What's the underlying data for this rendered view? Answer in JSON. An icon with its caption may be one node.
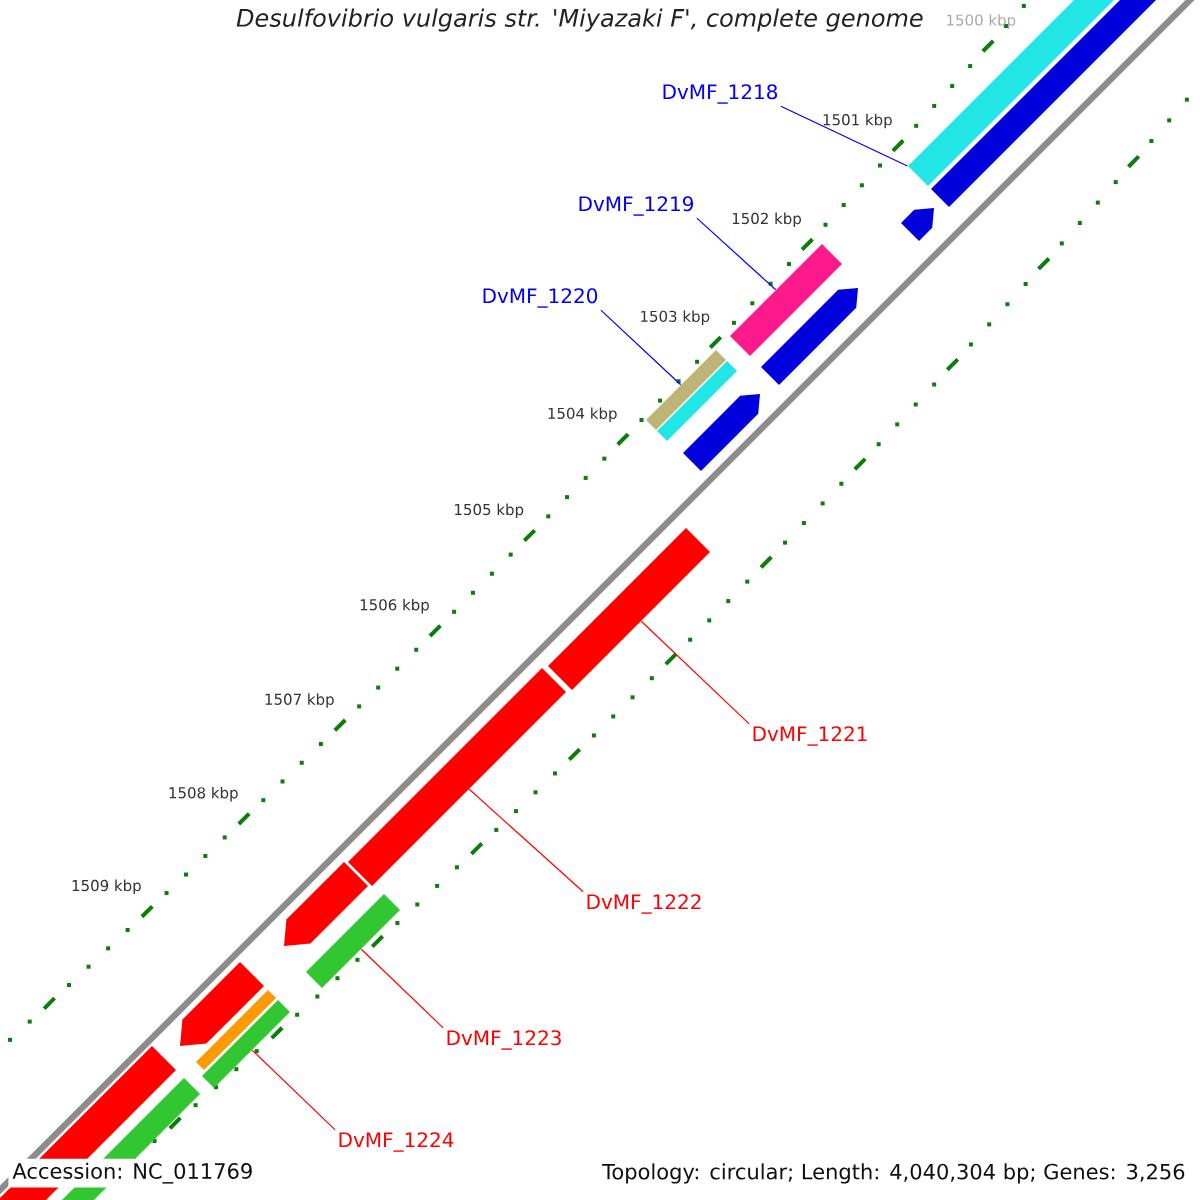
{
  "diagram": {
    "title": "Desulfovibrio vulgaris str. 'Miyazaki F', complete genome",
    "nodes": [
      {
        "text": [
          "DvMF_1218"
        ]
      },
      {
        "text": [],
        "shape": "bar"
      },
      {
        "text": [
          "DvMF_1219"
        ]
      },
      {
        "text": [],
        "shape": "bar"
      },
      {
        "text": [
          "DvMF_1220"
        ]
      },
      {
        "text": [],
        "shape": "bar"
      },
      {
        "text": [
          "DvMF_1221"
        ]
      },
      {
        "text": [],
        "shape": "bar"
      },
      {
        "text": [
          "DvMF_1222"
        ]
      },
      {
        "text": [],
        "shape": "bar"
      },
      {
        "text": [
          "DvMF_1223"
        ]
      },
      {
        "text": [],
        "shape": "bar"
      },
      {
        "text": [
          "DvMF_1224"
        ]
      },
      {
        "text": [],
        "shape": "bar"
      }
    ],
    "edges": [
      {
        "from": 0,
        "to": 1,
        "arrow": "none",
        "color": "#0000ff"
      },
      {
        "from": 2,
        "to": 3,
        "arrow": "none",
        "color": "#0000ff"
      },
      {
        "from": 4,
        "to": 5,
        "arrow": "none",
        "color": "#0000ff"
      },
      {
        "from": 6,
        "to": 7,
        "arrow": "none"
      },
      {
        "from": 8,
        "to": 9,
        "arrow": "none"
      },
      {
        "from": 10,
        "to": 11,
        "arrow": "none"
      },
      {
        "from": 12,
        "to": 13,
        "arrow": "none"
      }
    ],
    "labels": [
      "1500 kbp",
      "1501 kbp",
      "1502 kbp",
      "1503 kbp",
      "1504 kbp",
      "1505 kbp",
      "1506 kbp",
      "1507 kbp",
      "1508 kbp",
      "1509 kbp",
      "Accession: NC_011769",
      "Topology: circular; Length: 4,040,304 bp; Genes: 3,256"
    ]
  }
}
